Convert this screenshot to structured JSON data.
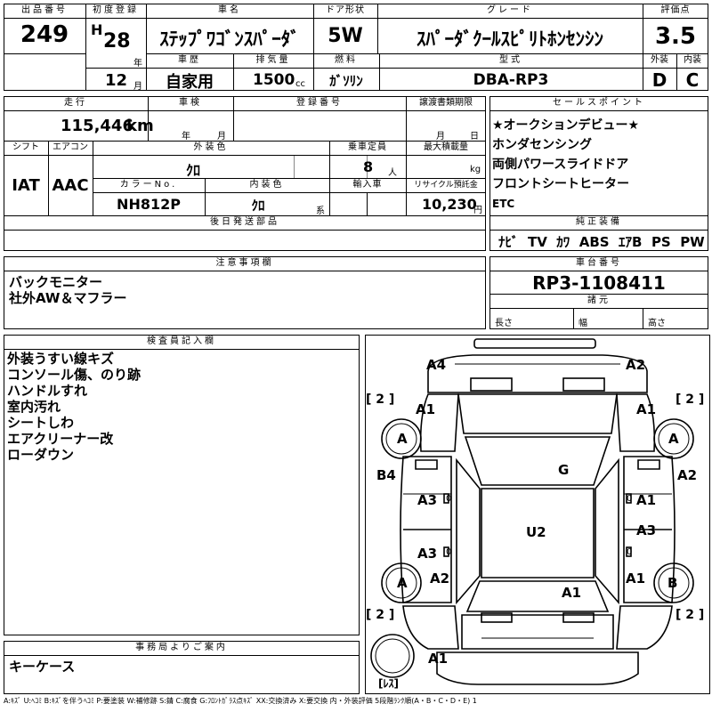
{
  "header": {
    "lot_label": "出品番号",
    "lot_value": "249",
    "first_reg_label": "初度登録",
    "era": "H",
    "year": "28",
    "year_unit": "年",
    "month": "12",
    "month_unit": "月",
    "car_name_label": "車名",
    "car_name": "ｽﾃｯﾌﾟﾜｺﾞﾝｽﾊﾟｰﾀﾞ",
    "door_label": "ドア形状",
    "door_value": "5W",
    "grade_label": "グレード",
    "grade_value": "ｽﾊﾟｰﾀﾞｸｰﾙｽﾋﾟﾘﾄﾎﾝｾﾝｼﾝ",
    "score_label": "評価点",
    "score_value": "3.5",
    "history_label": "車歴",
    "history_value": "自家用",
    "displacement_label": "排気量",
    "displacement_value": "1500",
    "displacement_unit": "cc",
    "fuel_label": "燃料",
    "fuel_value": "ｶﾞｿﾘﾝ",
    "model_label": "型式",
    "model_value": "DBA-RP3",
    "exterior_label": "外装",
    "exterior_value": "D",
    "interior_label": "内装",
    "interior_value": "C"
  },
  "row2": {
    "mileage_label": "走行",
    "mileage_value": "115,446",
    "mileage_unit": "km",
    "inspection_label": "車検",
    "year_unit": "年",
    "month_unit": "月",
    "reg_no_label": "登録番号",
    "transfer_label": "譲渡書類期限",
    "transfer_month": "月",
    "transfer_day": "日",
    "shift_label": "シフト",
    "shift_value": "IAT",
    "ac_label": "エアコン",
    "ac_value": "AAC",
    "ext_color_label": "外装色",
    "ext_color_value": "ｸﾛ",
    "capacity_label": "乗車定員",
    "capacity_value": "8",
    "capacity_unit": "人",
    "max_load_label": "最大積載量",
    "max_load_unit": "kg",
    "color_no_label": "カラーNo.",
    "color_no_value": "NH812P",
    "int_color_label": "内装色",
    "int_color_value": "ｸﾛ",
    "int_color_unit": "系",
    "import_label": "輸入車",
    "recycle_label": "リサイクル預託金",
    "recycle_value": "10,230",
    "recycle_unit": "円",
    "later_parts_label": "後日発送部品"
  },
  "sales_points": {
    "label": "セールスポイント",
    "items": [
      "★オークションデビュー★",
      "ホンダセンシング",
      "両側パワースライドドア",
      "フロントシートヒーター",
      "ETC"
    ]
  },
  "equipment": {
    "label": "純正装備",
    "items": [
      "ﾅﾋﾞ",
      "TV",
      "ｶﾜ",
      "ABS",
      "ｴｱB",
      "PS",
      "PW"
    ]
  },
  "notes": {
    "label": "注意事項欄",
    "lines": [
      "バックモニター",
      "社外AW＆マフラー"
    ]
  },
  "chassis": {
    "label": "車台番号",
    "value": "RP3-1108411",
    "dims_label": "諸元",
    "length_label": "長さ",
    "width_label": "幅",
    "height_label": "高さ"
  },
  "inspector": {
    "label": "検査員記入欄",
    "lines": [
      "外装うすい線キズ",
      "コンソール傷、のり跡",
      "ハンドルすれ",
      "室内汚れ",
      "シートしわ",
      "エアクリーナー改",
      "ローダウン"
    ]
  },
  "office": {
    "label": "事務局よりご案内",
    "lines": [
      "キーケース"
    ]
  },
  "diagram": {
    "top_left": "A4",
    "top_right": "A2",
    "left_front": "A1",
    "right_front": "A1",
    "tire_fl": "A",
    "tire_fr": "A",
    "tire_rl": "A",
    "tire_rr": "B",
    "tread_fl": "[ 2 ]",
    "tread_fr": "[ 2 ]",
    "tread_rl": "[ 2 ]",
    "tread_rr": "[ 2 ]",
    "left_side": "B4",
    "right_side": "A2",
    "windshield": "G",
    "left_door_front": "A3",
    "left_door_rear": "A3",
    "right_door_front": "A1",
    "right_door_rear": "A3",
    "roof": "U2",
    "left_rear_fender": "A2",
    "right_rear_fender": "A1",
    "rear": "A1",
    "rear_bumper": "A1",
    "spare": "[ﾚｽ]",
    "mirror_mark": "0"
  },
  "legend": "A:ｷｽﾞ U:ﾍｺﾐ B:ｷｽﾞを伴うﾍｺﾐ P:要塗装 W:補修跡 S:錆 C:腐食 G:ﾌﾛﾝﾄｶﾞﾗｽ点ｷｽﾞ XX:交換済み X:要交換 内・外装評価 5段階ﾗﾝｸ順(A・B・C・D・E) 1"
}
